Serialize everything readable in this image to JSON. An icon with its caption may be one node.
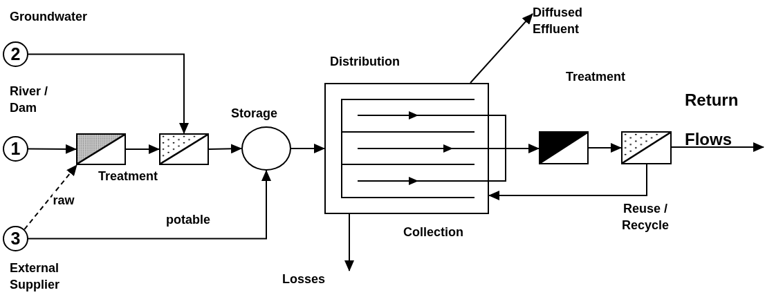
{
  "diagram": {
    "nodes": [
      {
        "text": [
          "2"
        ],
        "beside": [
          "Groundwater"
        ]
      },
      {
        "text": [
          "1"
        ],
        "beside": [
          "River / Dam"
        ]
      },
      {
        "text": [
          "3"
        ],
        "beside": [
          "External Supplier"
        ]
      },
      {
        "text": [],
        "shape": "box"
      },
      {
        "text": [],
        "shape": "box"
      },
      {
        "text": [],
        "shape": "ellipse",
        "beside": [
          "Storage"
        ]
      },
      {
        "text": [
          "Distribution",
          "Collection"
        ]
      },
      {
        "text": [],
        "shape": "box"
      },
      {
        "text": [],
        "shape": "box"
      },
      {
        "text": [
          "Losses"
        ]
      },
      {
        "text": [
          "Diffused Effluent"
        ]
      }
    ],
    "edges": [
      {
        "from": 1,
        "to": 3,
        "arrow": "to"
      },
      {
        "from": 3,
        "to": 4,
        "arrow": "to"
      },
      {
        "from": 0,
        "to": 4,
        "arrow": "to"
      },
      {
        "from": 2,
        "to": 3,
        "arrow": "to",
        "label": "raw",
        "style": "dashed"
      },
      {
        "from": 2,
        "to": 5,
        "arrow": "to",
        "label": "potable"
      },
      {
        "from": 4,
        "to": 5,
        "arrow": "to"
      },
      {
        "from": 5,
        "to": 6,
        "arrow": "to"
      },
      {
        "from": 6,
        "to": 7,
        "arrow": "to"
      },
      {
        "from": 7,
        "to": 8,
        "arrow": "to"
      },
      {
        "from": 8,
        "to": null,
        "arrow": "to"
      },
      {
        "from": 8,
        "to": 6,
        "arrow": "to",
        "label": "Reuse / Recycle"
      },
      {
        "from": 6,
        "to": 9,
        "arrow": "to"
      },
      {
        "from": 6,
        "to": 10,
        "arrow": "to"
      }
    ],
    "labels": [
      "Treatment",
      "Treatment",
      "Return",
      "Flows"
    ]
  }
}
